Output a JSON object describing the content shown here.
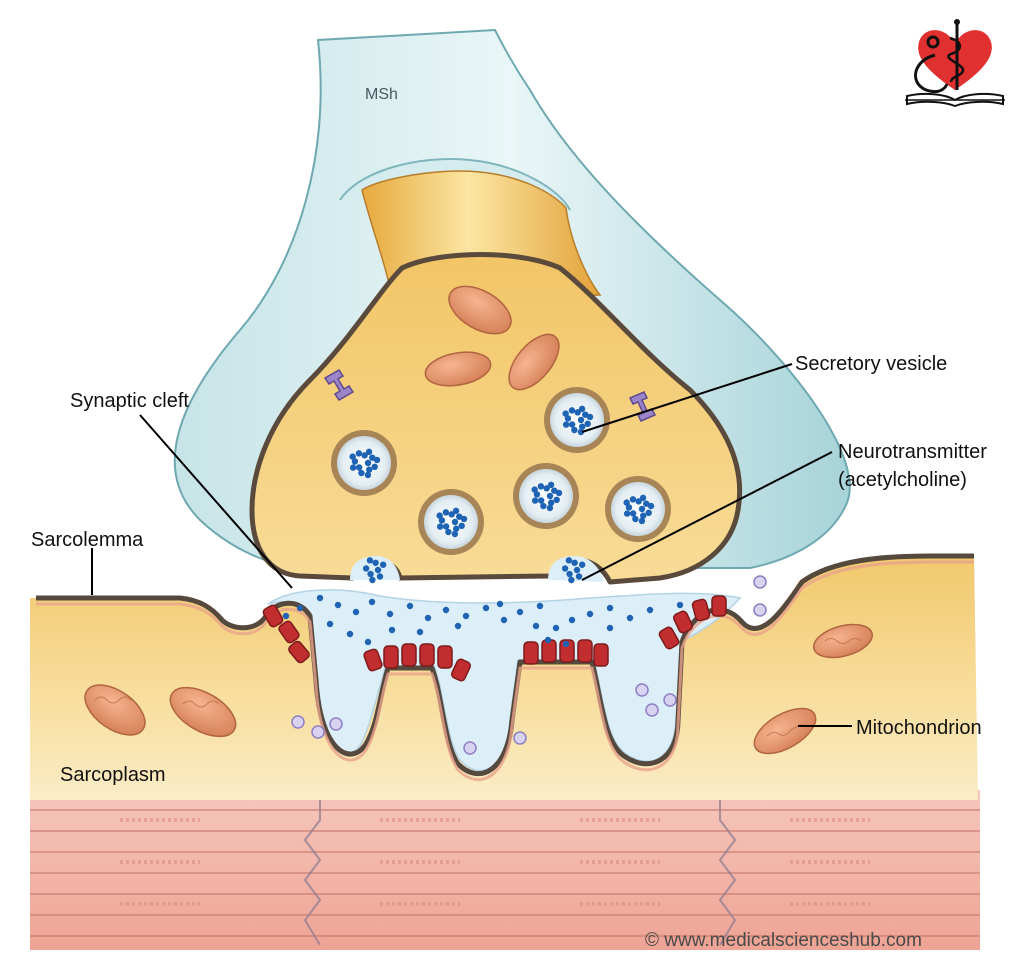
{
  "labels": {
    "sheath": "MSh",
    "secretory_vesicle": "Secretory vesicle",
    "neurotransmitter_line1": "Neurotransmitter",
    "neurotransmitter_line2": "(acetylcholine)",
    "synaptic_cleft": "Synaptic cleft",
    "sarcolemma": "Sarcolemma",
    "sarcoplasm": "Sarcoplasm",
    "mitochondrion": "Mitochondrion"
  },
  "copyright": "© www.medicalscienceshub.com",
  "icons": [
    "heart-caduceus-logo-icon"
  ],
  "colors": {
    "axon_terminal": "#efbf58",
    "myelin_sheath": "#9fd0d6",
    "sarcoplasm": "#f4d48a",
    "synaptic_cleft": "#dceef7",
    "neurotransmitter": "#1f63b5",
    "receptor": "#c42f2f",
    "mitochondrion": "#e0906a",
    "muscle_fibers": "#f0aea2",
    "logo_heart": "#e03030"
  }
}
